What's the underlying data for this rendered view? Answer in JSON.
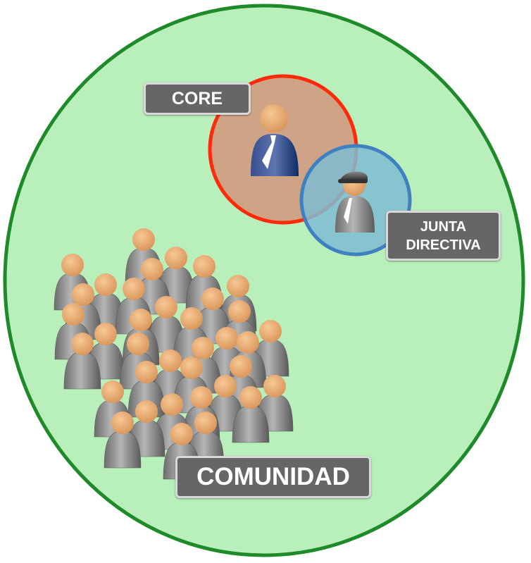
{
  "labels": {
    "core": "CORE",
    "junta_line1": "JUNTA",
    "junta_line2": "DIRECTIVA",
    "comunidad": "COMUNIDAD"
  },
  "colors": {
    "community_fill": "#b9efbb",
    "community_stroke": "#1f8a2a",
    "core_fill": "#cfa385",
    "core_stroke": "#ff2a0a",
    "junta_fill": "#7fbcd2",
    "junta_stroke": "#3f80c0",
    "label_bg": "#666666",
    "person_skin": "#f3b37a",
    "person_body_gray": "#8a8a8a",
    "person_suit_blue": "#243a7a"
  },
  "icons": {
    "core_person": "business-person-icon",
    "junta_person": "capped-person-icon",
    "community_crowd": "crowd-icon"
  }
}
